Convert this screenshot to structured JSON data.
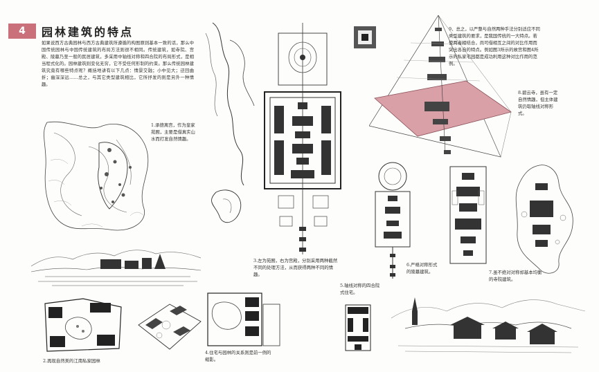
{
  "chapter": {
    "number": "4",
    "title": "园林建筑的特点"
  },
  "intro": "如果说西方古典园林与西方古典建筑所遵循的构图原则基本一致的话，那么中国传统园林与中国传统建筑的布局方法则很不相同。传统建筑，如寺院、宫殿、陵墓乃至一般的民居建筑，多采用中轴线对称和四合院的布局形式，是相当程式化的。园林建筑则变化无穷，它不受任何形制的约束。那么传统园林建筑究竟有哪些特点呢？概括地讲有以下几点：情景交融；小中见大；迂回曲折；幽深深远……总之，与其它类型建筑相比，它所抒发的则是另外一种情趣。",
  "captions": {
    "c1": "1.承德离宫，作为皇家苑囿，主要是借真实山水而打发自然情趣。",
    "c2": "2.再现自然美的江南私家园林",
    "c3": "3.左为苑囿，右为宫殿，分别采用两种截然不同的处理方法，从而获得两种不同的情趣。",
    "c4": "4.住宅与园林的关系则是前一例的缩影。",
    "c5": "5.轴线对称的四合院式住宅。",
    "c6": "6.严格对称形式的陵墓建筑。",
    "c7": "7.虽不绝对对称却基本均衡的寺院建筑。",
    "c8": "8.碧云寺，虽有一定自然情趣，但主体建筑仍取轴线对称形式。",
    "c9": "9、总之，以严整与自然两种手法分别适应不同类型建筑的要求，是我国传统的一大特点。若使两者相结合，尚可借相互之间的对比作用而突出各自的特点。例如图3所示的故宫和图4所示的私家宅园都是成功利用这种对比作用的范例。"
  },
  "colors": {
    "badge": "#c9707a",
    "pink_plane": "#d9a0a8",
    "ink": "#222222"
  }
}
